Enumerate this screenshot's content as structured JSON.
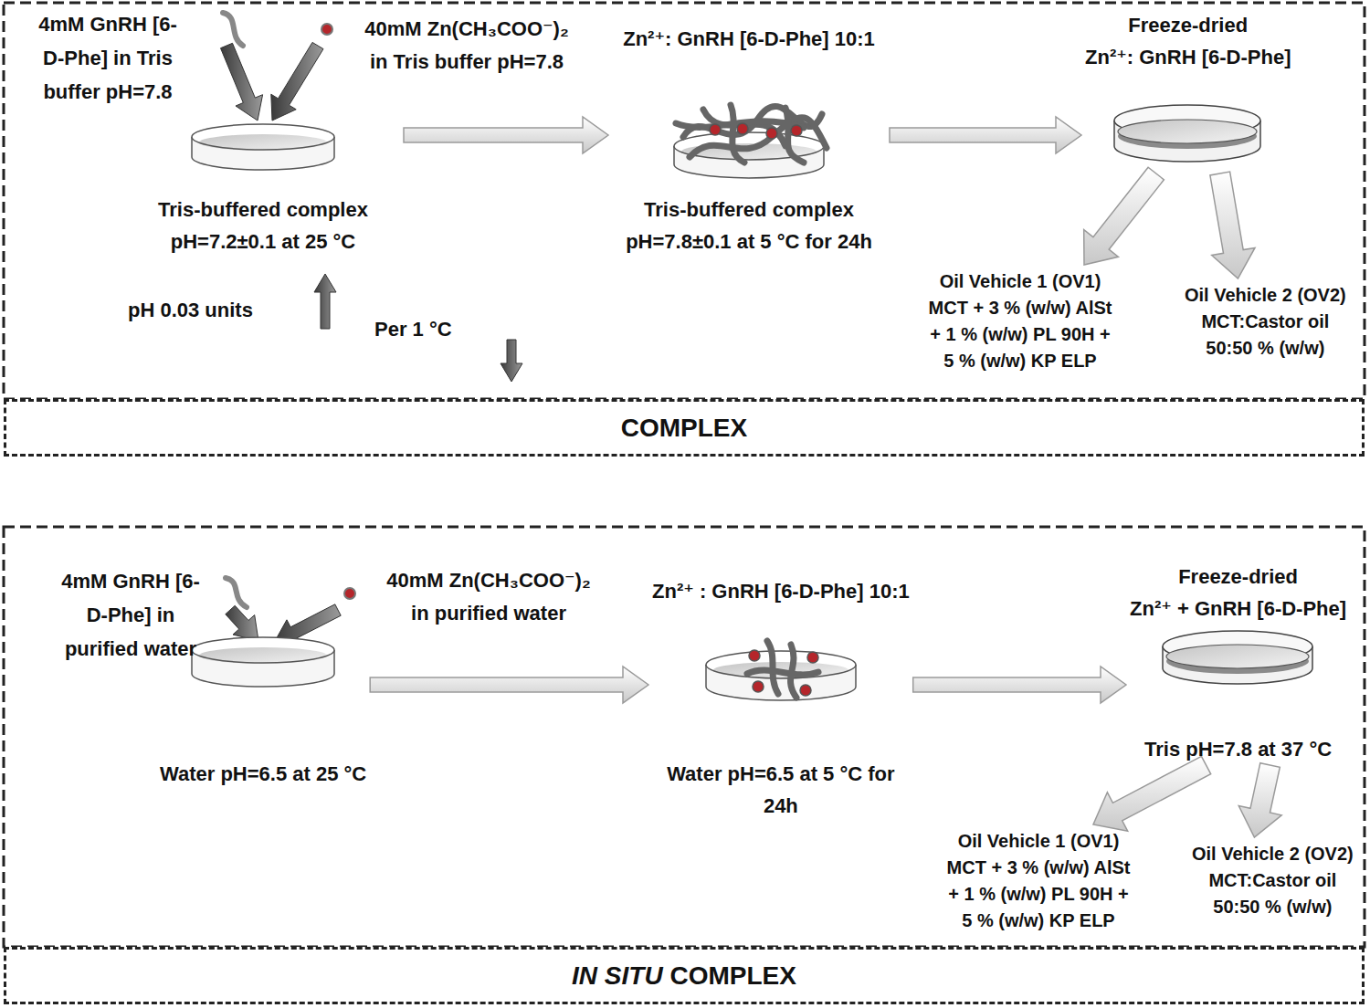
{
  "diagram": {
    "nodes": [
      {
        "text": [
          "Tris-buffered complex pH=7.2±0.1 at 25 °C"
        ]
      },
      {
        "text": [
          "Zn²⁺: GnRH [6-D-Phe] 10:1",
          "Tris-buffered complex pH=7.8±0.1 at 5 °C for 24h"
        ]
      },
      {
        "text": [
          "Freeze-dried",
          "Zn²⁺: GnRH [6-D-Phe]"
        ]
      },
      {
        "text": [
          "Oil Vehicle 1 (OV1)",
          "MCT + 3 % (w/w) AlSt + 1 % (w/w) PL 90H + 5 % (w/w) KP ELP"
        ]
      },
      {
        "text": [
          "Oil Vehicle 2 (OV2)",
          "MCT:Castor oil 50:50 % (w/w)"
        ]
      },
      {
        "text": [
          "COMPLEX"
        ]
      },
      {
        "text": [
          "Water pH=6.5 at 25 °C"
        ]
      },
      {
        "text": [
          "Zn²⁺ : GnRH [6-D-Phe] 10:1",
          "Water pH=6.5 at 5 °C for 24h"
        ]
      },
      {
        "text": [
          "Freeze-dried",
          "Zn²⁺ + GnRH [6-D-Phe]",
          "Tris pH=7.8 at 37 °C"
        ]
      },
      {
        "text": [
          "Oil Vehicle 1 (OV1)",
          "MCT + 3 % (w/w) AlSt + 1 % (w/w) PL 90H + 5 % (w/w) KP ELP"
        ]
      },
      {
        "text": [
          "Oil Vehicle 2 (OV2)",
          "MCT:Castor oil 50:50 % (w/w)"
        ]
      },
      {
        "text": [
          "IN SITU",
          "COMPLEX"
        ]
      }
    ],
    "edges": [
      {
        "from": 0,
        "to": 1,
        "arrow": "to"
      },
      {
        "from": 1,
        "to": 2,
        "arrow": "to"
      },
      {
        "from": 2,
        "to": 3,
        "arrow": "to"
      },
      {
        "from": 2,
        "to": 4,
        "arrow": "to"
      },
      {
        "from": 6,
        "to": 7,
        "arrow": "to"
      },
      {
        "from": 7,
        "to": 8,
        "arrow": "to"
      },
      {
        "from": 8,
        "to": 9,
        "arrow": "to"
      },
      {
        "from": 8,
        "to": 10,
        "arrow": "to"
      }
    ],
    "labels": [
      "4mM GnRH [6-D-Phe] in Tris buffer pH=7.8",
      "40mM Zn(CH₃COO⁻)₂ in Tris buffer pH=7.8",
      "pH 0.03 units",
      "Per 1 °C",
      "4mM GnRH [6-D-Phe] in purified water",
      "40mM Zn(CH₃COO⁻)₂ in purified water"
    ]
  }
}
